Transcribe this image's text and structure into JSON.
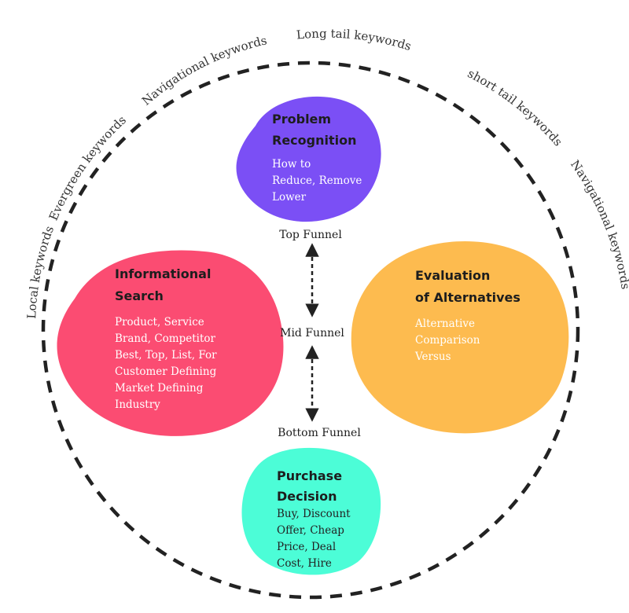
{
  "ring_labels": {
    "top_left": "Navigational keywords",
    "top": "Long tail keywords",
    "top_right": "short tail keywords",
    "right": "Navigational keywords",
    "upper_left": "Evergreen keywords",
    "left": "Local keywords"
  },
  "stages": {
    "top": "Top Funnel",
    "mid": "Mid Funnel",
    "bottom": "Bottom Funnel"
  },
  "blobs": {
    "problem": {
      "title": [
        "Problem",
        "Recognition"
      ],
      "items": [
        "How to",
        "Reduce, Remove",
        "Lower"
      ],
      "color": "#7B4FF5",
      "text_color": "#ffffff"
    },
    "informational": {
      "title": [
        "Informational",
        "Search"
      ],
      "items": [
        "Product, Service",
        "Brand, Competitor",
        "Best, Top, List, For",
        "Customer Defining",
        "Market Defining",
        "Industry"
      ],
      "color": "#FB4C72",
      "text_color": "#ffffff"
    },
    "evaluation": {
      "title": [
        "Evaluation",
        "of Alternatives"
      ],
      "items": [
        "Alternative",
        "Comparison",
        "Versus"
      ],
      "color": "#FDBB4F",
      "text_color": "#ffffff"
    },
    "purchase": {
      "title": [
        "Purchase",
        "Decision"
      ],
      "items": [
        "Buy, Discount",
        "Offer, Cheap",
        "Price, Deal",
        "Cost, Hire"
      ],
      "color": "#4CFDD7",
      "text_color": "#222222"
    }
  },
  "ring_color": "#222222"
}
